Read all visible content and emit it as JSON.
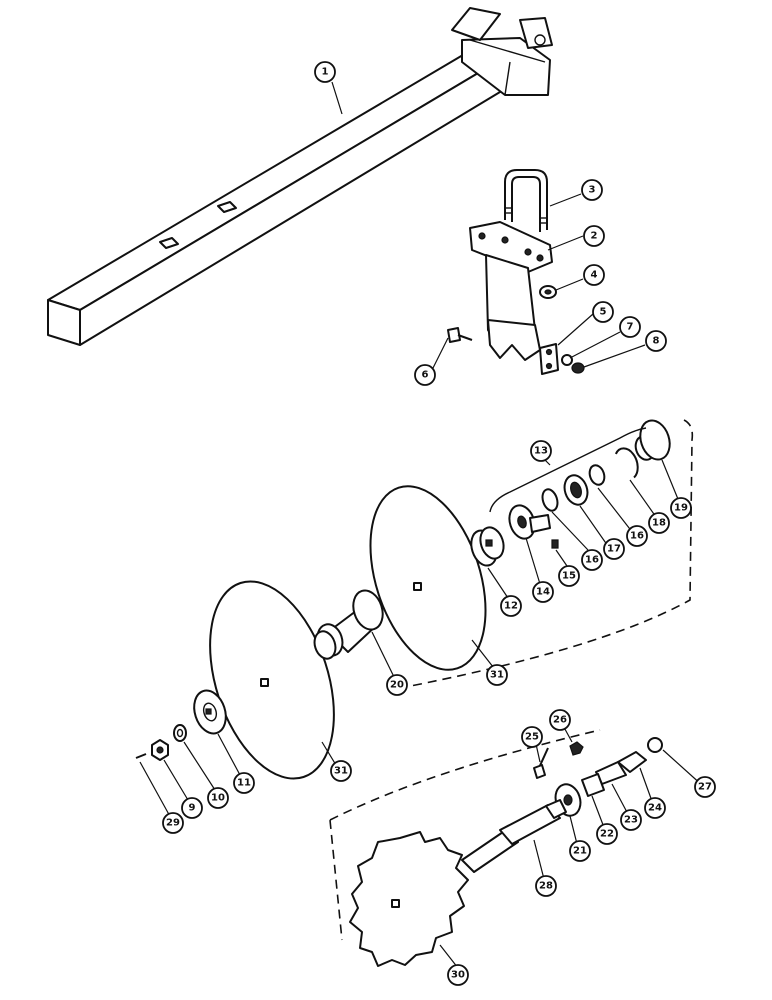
{
  "callouts": [
    {
      "id": "1",
      "label": "1"
    },
    {
      "id": "2",
      "label": "2"
    },
    {
      "id": "3",
      "label": "3"
    },
    {
      "id": "4",
      "label": "4"
    },
    {
      "id": "5",
      "label": "5"
    },
    {
      "id": "6",
      "label": "6"
    },
    {
      "id": "7",
      "label": "7"
    },
    {
      "id": "8",
      "label": "8"
    },
    {
      "id": "9",
      "label": "9"
    },
    {
      "id": "10",
      "label": "10"
    },
    {
      "id": "11",
      "label": "11"
    },
    {
      "id": "12",
      "label": "12"
    },
    {
      "id": "13",
      "label": "13"
    },
    {
      "id": "14",
      "label": "14"
    },
    {
      "id": "15",
      "label": "15"
    },
    {
      "id": "16a",
      "label": "16"
    },
    {
      "id": "16b",
      "label": "16"
    },
    {
      "id": "17",
      "label": "17"
    },
    {
      "id": "18",
      "label": "18"
    },
    {
      "id": "19",
      "label": "19"
    },
    {
      "id": "20",
      "label": "20"
    },
    {
      "id": "21",
      "label": "21"
    },
    {
      "id": "22",
      "label": "22"
    },
    {
      "id": "23",
      "label": "23"
    },
    {
      "id": "24",
      "label": "24"
    },
    {
      "id": "25",
      "label": "25"
    },
    {
      "id": "26",
      "label": "26"
    },
    {
      "id": "27",
      "label": "27"
    },
    {
      "id": "28",
      "label": "28"
    },
    {
      "id": "29",
      "label": "29"
    },
    {
      "id": "30",
      "label": "30"
    },
    {
      "id": "31a",
      "label": "31"
    },
    {
      "id": "31b",
      "label": "31"
    }
  ]
}
